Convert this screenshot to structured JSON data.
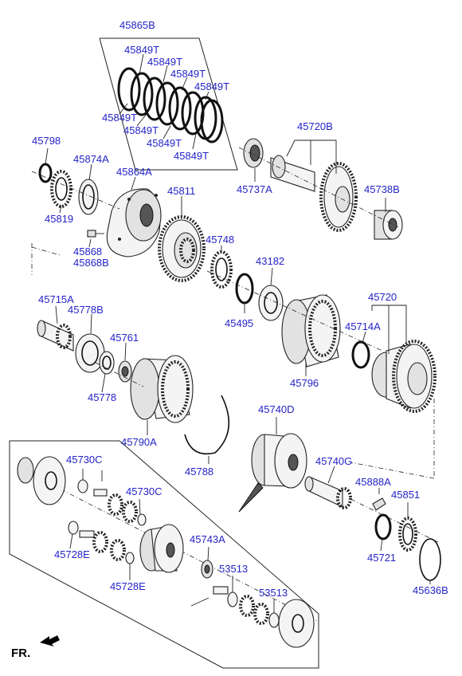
{
  "labels": {
    "p45865B": "45865B",
    "p45849T_a": "45849T",
    "p45849T_b": "45849T",
    "p45849T_c": "45849T",
    "p45849T_d": "45849T",
    "p45849T_e": "45849T",
    "p45849T_f": "45849T",
    "p45849T_g": "45849T",
    "p45849T_h": "45849T",
    "p45798": "45798",
    "p45874A": "45874A",
    "p45864A": "45864A",
    "p45811": "45811",
    "p45819": "45819",
    "p45868": "45868",
    "p45868B": "45868B",
    "p45720B": "45720B",
    "p45737A": "45737A",
    "p45738B": "45738B",
    "p45748": "45748",
    "p43182": "43182",
    "p45495": "45495",
    "p45715A": "45715A",
    "p45778B": "45778B",
    "p45761": "45761",
    "p45778": "45778",
    "p45720": "45720",
    "p45714A": "45714A",
    "p45796": "45796",
    "p45790A": "45790A",
    "p45788": "45788",
    "p45740D": "45740D",
    "p45740G": "45740G",
    "p45730C_a": "45730C",
    "p45730C_b": "45730C",
    "p45888A": "45888A",
    "p45851": "45851",
    "p45728E_a": "45728E",
    "p45743A": "45743A",
    "p45728E_b": "45728E",
    "p53513_a": "53513",
    "p53513_b": "53513",
    "p45721": "45721",
    "p45636B": "45636B",
    "fr": "FR."
  },
  "colors": {
    "label": "#2424c8",
    "line": "#222222",
    "background": "#ffffff"
  },
  "icons": {
    "front_arrow": "arrow-down-left-icon"
  }
}
